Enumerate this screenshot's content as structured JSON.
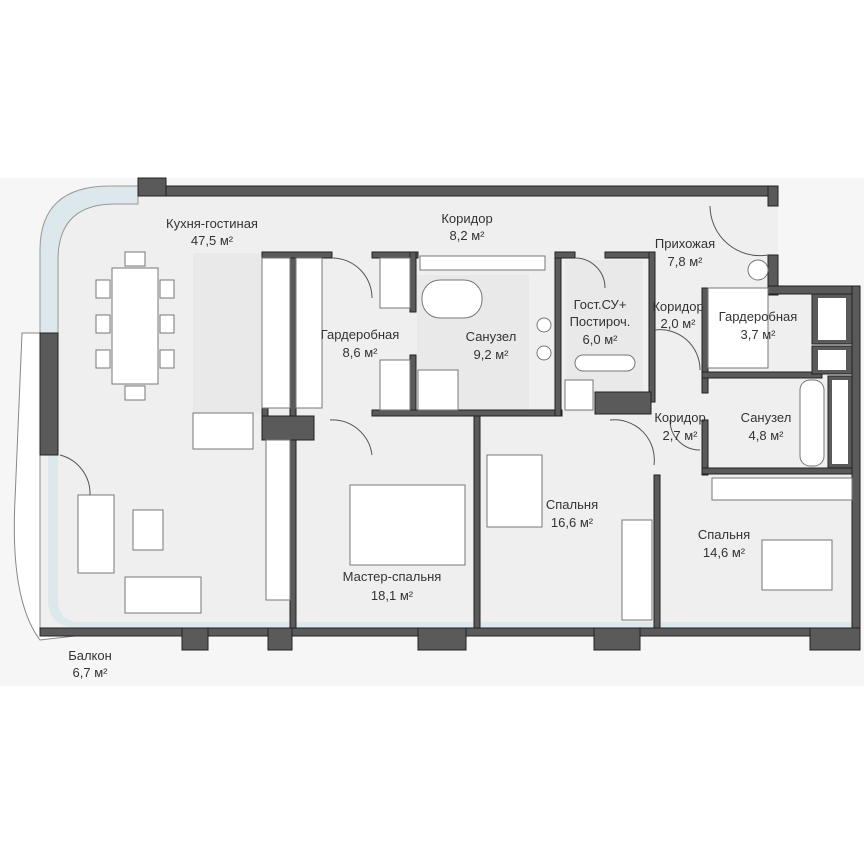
{
  "rooms": [
    {
      "name": "Кухня-гостиная",
      "area": "47,5 м²"
    },
    {
      "name": "Коридор",
      "area": "8,2 м²"
    },
    {
      "name": "Прихожая",
      "area": "7,8 м²"
    },
    {
      "name": "Гардеробная",
      "area": "8,6 м²"
    },
    {
      "name": "Санузел",
      "area": "9,2 м²"
    },
    {
      "name": "Гост.СУ+",
      "name2": "Постироч.",
      "area": "6,0 м²"
    },
    {
      "name": "Коридор",
      "area": "2,0 м²"
    },
    {
      "name": "Гардеробная",
      "area": "3,7 м²"
    },
    {
      "name": "Коридор",
      "area": "2,7 м²"
    },
    {
      "name": "Санузел",
      "area": "4,8 м²"
    },
    {
      "name": "Спальня",
      "area": "16,6 м²"
    },
    {
      "name": "Спальня",
      "area": "14,6 м²"
    },
    {
      "name": "Мастер-спальня",
      "area": "18,1 м²"
    },
    {
      "name": "Балкон",
      "area": "6,7 м²"
    }
  ],
  "colors": {
    "wall": "#5a5a5a",
    "floor": "#f1f1f1",
    "glazing": "#dde8ec",
    "tile": "#e9e9e9"
  }
}
